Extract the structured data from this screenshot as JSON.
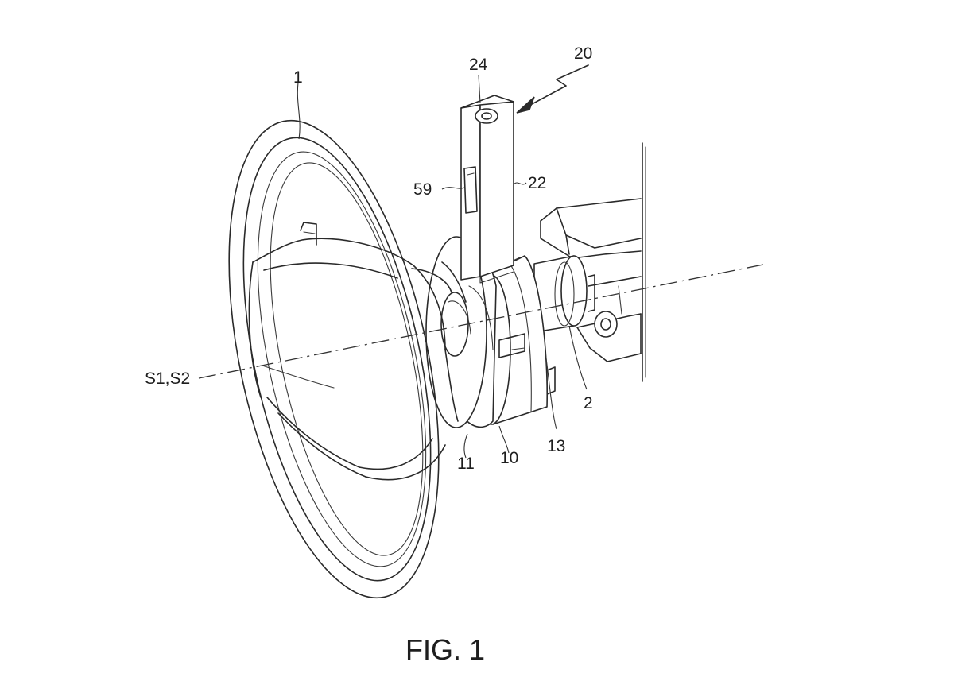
{
  "figure": {
    "caption": "FIG. 1"
  },
  "labels": {
    "steering_wheel": "1",
    "column": "2",
    "housing": "10",
    "disk": "11",
    "stop": "13",
    "assembly": "20",
    "arm": "22",
    "knob": "24",
    "window": "59",
    "axis": "S1,S2"
  }
}
